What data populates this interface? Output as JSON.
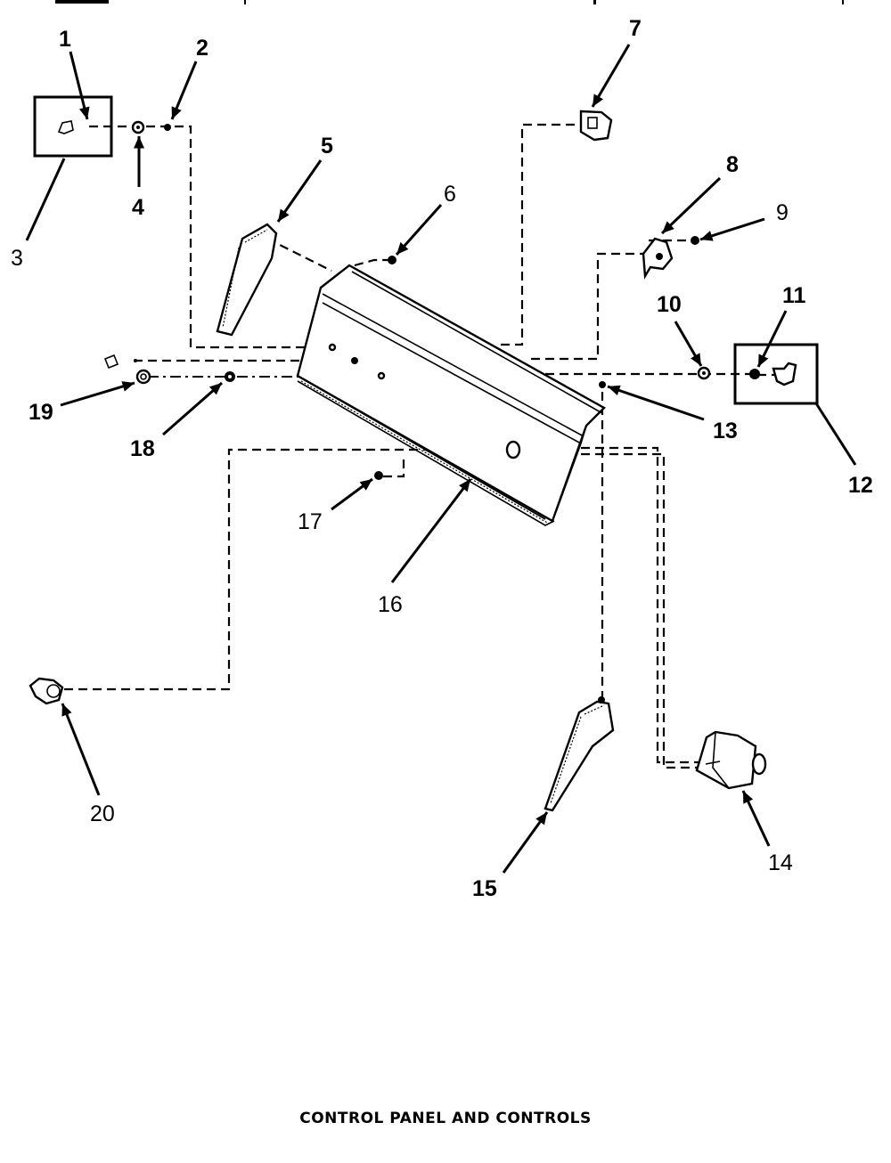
{
  "caption": "CONTROL PANEL AND CONTROLS",
  "callouts": [
    {
      "id": "1",
      "label": "1"
    },
    {
      "id": "2",
      "label": "2"
    },
    {
      "id": "3",
      "label": "3"
    },
    {
      "id": "4",
      "label": "4"
    },
    {
      "id": "5",
      "label": "5"
    },
    {
      "id": "6",
      "label": "6"
    },
    {
      "id": "7",
      "label": "7"
    },
    {
      "id": "8",
      "label": "8"
    },
    {
      "id": "9",
      "label": "9"
    },
    {
      "id": "10",
      "label": "10"
    },
    {
      "id": "11",
      "label": "11"
    },
    {
      "id": "12",
      "label": "12"
    },
    {
      "id": "13",
      "label": "13"
    },
    {
      "id": "14",
      "label": "14"
    },
    {
      "id": "15",
      "label": "15"
    },
    {
      "id": "16",
      "label": "16"
    },
    {
      "id": "17",
      "label": "17"
    },
    {
      "id": "18",
      "label": "18"
    },
    {
      "id": "19",
      "label": "19"
    },
    {
      "id": "20",
      "label": "20"
    }
  ]
}
